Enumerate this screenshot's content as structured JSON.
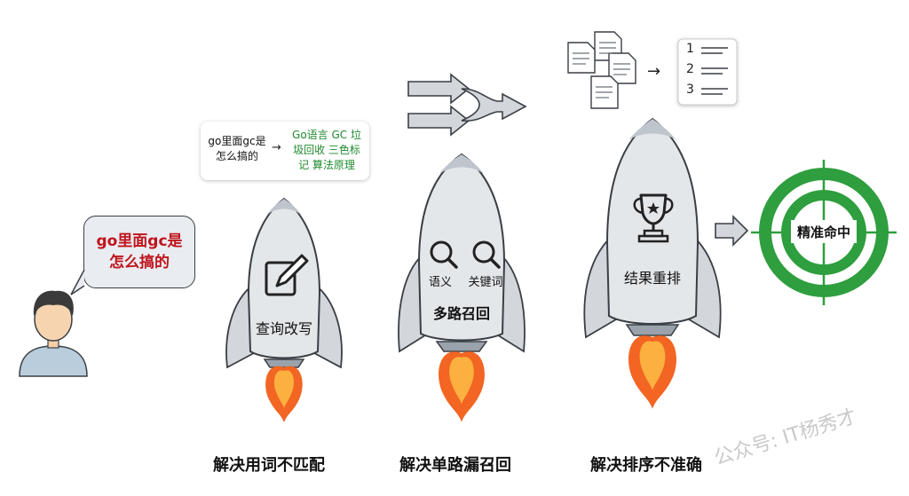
{
  "user_query": {
    "line1": "go里面gc是",
    "line2": "怎么搞的"
  },
  "rewrite_card": {
    "query_line1": "go里面gc是",
    "query_line2": "怎么搞的",
    "arrow": "→",
    "rewritten_line1": "Go语言 GC 垃",
    "rewritten_line2": "圾回收 三色标",
    "rewritten_line3": "记 算法原理"
  },
  "stages": [
    {
      "label": "查询改写",
      "icon": "edit-icon",
      "caption": "解决用词不匹配"
    },
    {
      "label": "多路召回",
      "icon": "search-icon",
      "sub_labels": [
        "语义",
        "关键词"
      ],
      "caption": "解决单路漏召回"
    },
    {
      "label": "结果重排",
      "icon": "trophy-icon",
      "caption": "解决排序不准确"
    }
  ],
  "ranked_list": {
    "numbers": [
      "1",
      "2",
      "3"
    ],
    "arrow": "→"
  },
  "target": {
    "label": "精准命中",
    "color": "#2e9e3e"
  },
  "watermark": "公众号: IT杨秀才",
  "colors": {
    "flame_outer": "#f26522",
    "flame_inner": "#fbb040",
    "rocket_body": "#e4e7ea",
    "outline": "#3a3f45",
    "query_red": "#c0141c",
    "rewrite_green": "#1f8a2e"
  }
}
